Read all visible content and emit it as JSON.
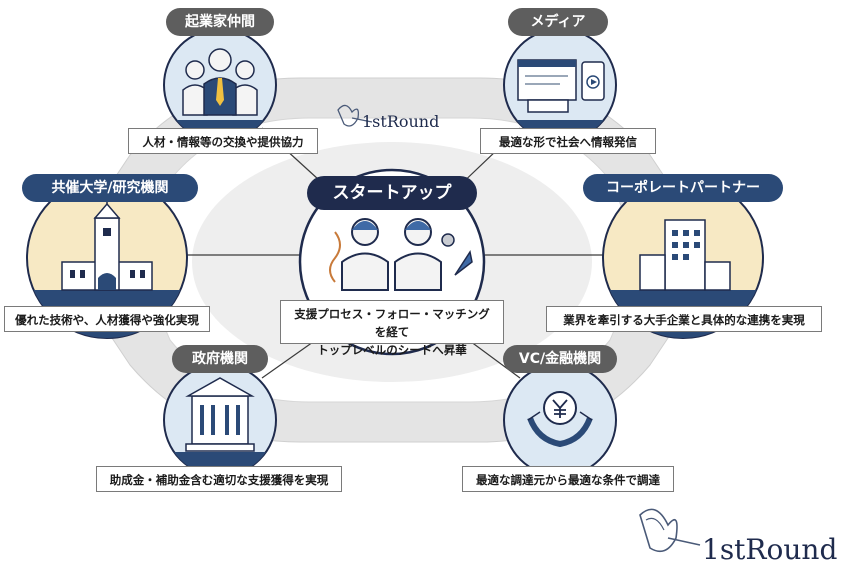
{
  "center": {
    "title": "スタートアップ",
    "desc_line1": "支援プロセス・フォロー・マッチングを経て",
    "desc_line2": "トップレベルのシードへ昇華"
  },
  "nodes": {
    "entrepreneurs": {
      "title": "起業家仲間",
      "desc": "人材・情報等の交換や提供協力",
      "icon": "business-people-icon"
    },
    "media": {
      "title": "メディア",
      "desc": "最適な形で社会へ情報発信",
      "icon": "media-screens-icon"
    },
    "university": {
      "title": "共催大学/研究機関",
      "desc": "優れた技術や、人材獲得や強化実現",
      "icon": "university-building-icon"
    },
    "corporate": {
      "title": "コーポレートパートナー",
      "desc": "業界を牽引する大手企業と具体的な連携を実現",
      "icon": "office-buildings-icon"
    },
    "government": {
      "title": "政府機関",
      "desc": "助成金・補助金含む適切な支援獲得を実現",
      "icon": "government-building-icon"
    },
    "vc": {
      "title": "VC/金融機関",
      "desc": "最適な調達元から最適な条件で調達",
      "icon": "yen-coin-hands-icon"
    }
  },
  "logo": {
    "text": "1stRound"
  },
  "colors": {
    "navy": "#1f2b4d",
    "blue": "#2b4a77",
    "gray_pill": "#5e5e5e",
    "ring": "#dcdcdc",
    "circle_light_blue": "#dce8f3",
    "circle_cream": "#f7e9c4"
  }
}
